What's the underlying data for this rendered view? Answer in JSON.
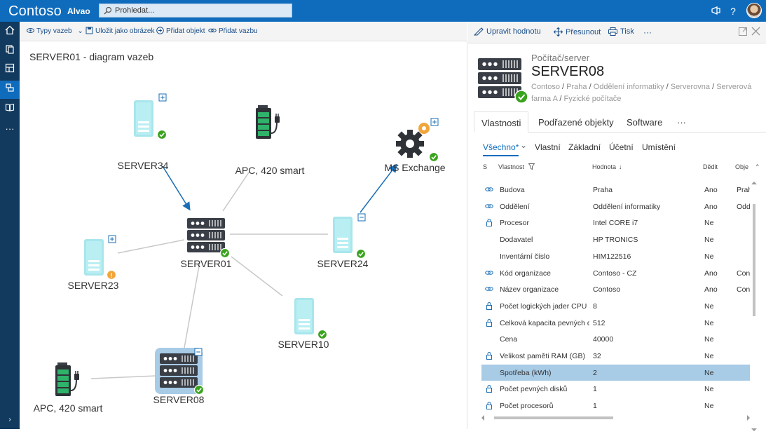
{
  "topbar": {
    "brand": "Contoso",
    "app_name": "Alvao",
    "search_placeholder": "Prohledat..."
  },
  "toolbar": {
    "types_label": "Typy vazeb",
    "save_image_label": "Uložit jako obrázek",
    "add_object_label": "Přidat objekt",
    "add_link_label": "Přidat vazbu"
  },
  "diagram": {
    "title": "SERVER01 - diagram vazeb",
    "nodes": {
      "server34": "SERVER34",
      "apc1": "APC, 420 smart",
      "exchange": "MS Exchange",
      "server01": "SERVER01",
      "server24": "SERVER24",
      "server23": "SERVER23",
      "server10": "SERVER10",
      "apc2": "APC, 420 smart",
      "server08": "SERVER08"
    }
  },
  "panel": {
    "toolbar": {
      "edit_label": "Upravit hodnotu",
      "move_label": "Přesunout",
      "print_label": "Tisk",
      "more_label": "···"
    },
    "type_label": "Počítač/server",
    "title": "SERVER08",
    "breadcrumb": [
      "Contoso",
      "Praha",
      "Oddělení informatiky",
      "Serverovna",
      "Serverová farma A",
      "Fyzické počítače"
    ],
    "tabs": [
      "Vlastnosti",
      "Podřazené objekty",
      "Software",
      "···"
    ],
    "subtabs": [
      "Všechno*",
      "Vlastní",
      "Základní",
      "Účetní",
      "Umístění"
    ],
    "columns": {
      "s": "S",
      "property": "Vlastnost",
      "value": "Hodnota",
      "inherit": "Dědit",
      "object": "Obje"
    },
    "rows": [
      {
        "icon": "link-icon",
        "property": "Budova",
        "value": "Praha",
        "inherit": "Ano",
        "object": "Prah"
      },
      {
        "icon": "link-icon",
        "property": "Oddělení",
        "value": "Oddělení informatiky",
        "inherit": "Ano",
        "object": "Odd"
      },
      {
        "icon": "lock-icon",
        "property": "Procesor",
        "value": "Intel CORE i7",
        "inherit": "Ne",
        "object": ""
      },
      {
        "icon": "",
        "property": "Dodavatel",
        "value": "HP TRONICS",
        "inherit": "Ne",
        "object": ""
      },
      {
        "icon": "",
        "property": "Inventární číslo",
        "value": "HIM122516",
        "inherit": "Ne",
        "object": ""
      },
      {
        "icon": "link-icon",
        "property": "Kód organizace",
        "value": "Contoso - CZ",
        "inherit": "Ano",
        "object": "Con"
      },
      {
        "icon": "link-icon",
        "property": "Název organizace",
        "value": "Contoso",
        "inherit": "Ano",
        "object": "Con"
      },
      {
        "icon": "lock-icon",
        "property": "Počet logických jader CPU",
        "value": "8",
        "inherit": "Ne",
        "object": ""
      },
      {
        "icon": "lock-icon",
        "property": "Celková kapacita pevných d",
        "value": "512",
        "inherit": "Ne",
        "object": ""
      },
      {
        "icon": "",
        "property": "Cena",
        "value": "40000",
        "inherit": "Ne",
        "object": ""
      },
      {
        "icon": "lock-icon",
        "property": "Velikost paměti RAM (GB)",
        "value": "32",
        "inherit": "Ne",
        "object": ""
      },
      {
        "icon": "",
        "property": "Spotřeba (kWh)",
        "value": "2",
        "inherit": "Ne",
        "object": "",
        "selected": true
      },
      {
        "icon": "lock-icon",
        "property": "Počet pevných disků",
        "value": "1",
        "inherit": "Ne",
        "object": ""
      },
      {
        "icon": "lock-icon",
        "property": "Počet procesorů",
        "value": "1",
        "inherit": "Ne",
        "object": ""
      }
    ]
  }
}
